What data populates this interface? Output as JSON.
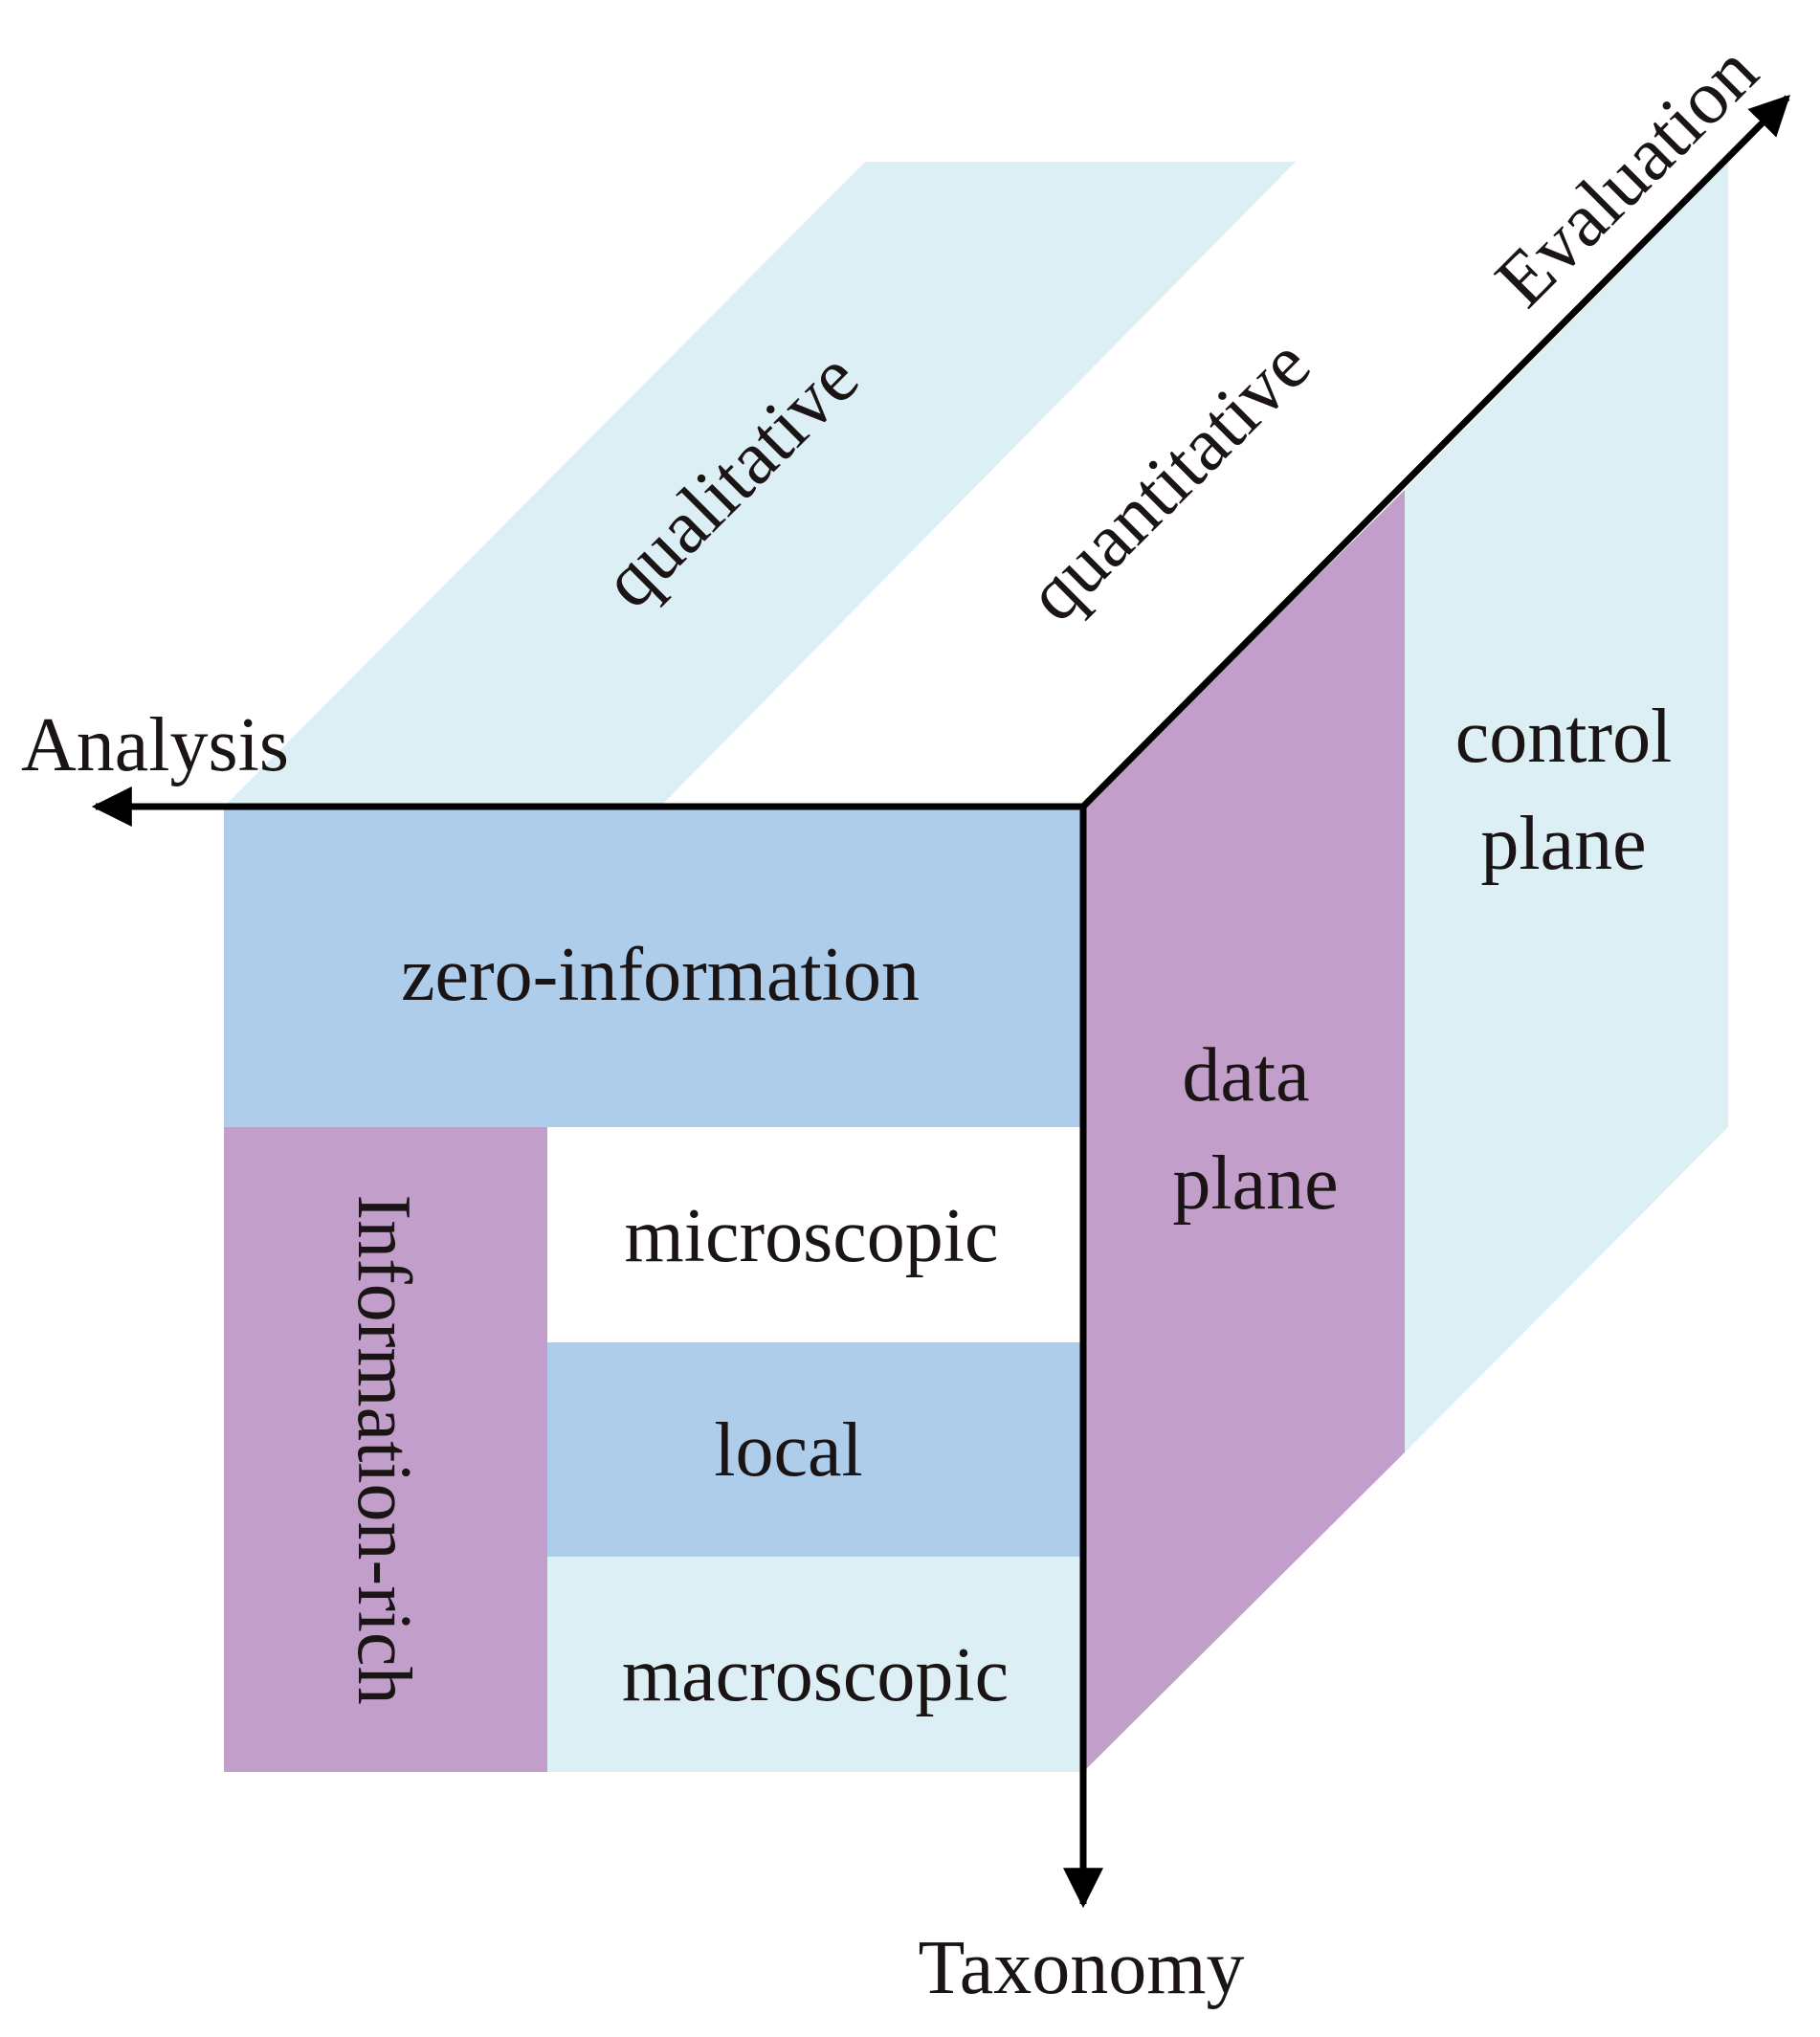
{
  "colors": {
    "light_cyan": "#dceff5",
    "blue": "#aecdeb",
    "purple": "#c29fcb",
    "axis": "#000000",
    "text": "#1a1414"
  },
  "axes": {
    "analysis": "Analysis",
    "evaluation": "Evaluation",
    "taxonomy": "Taxonomy"
  },
  "top_face": {
    "qualitative": "qualitative",
    "quantitative": "quantitative"
  },
  "front_face": {
    "zero_information": "zero-information",
    "information_rich": "Information-rich",
    "microscopic": "microscopic",
    "local": "local",
    "macroscopic": "macroscopic"
  },
  "side_face": {
    "data_plane": [
      "data",
      "plane"
    ],
    "control_plane": [
      "control",
      "plane"
    ]
  }
}
